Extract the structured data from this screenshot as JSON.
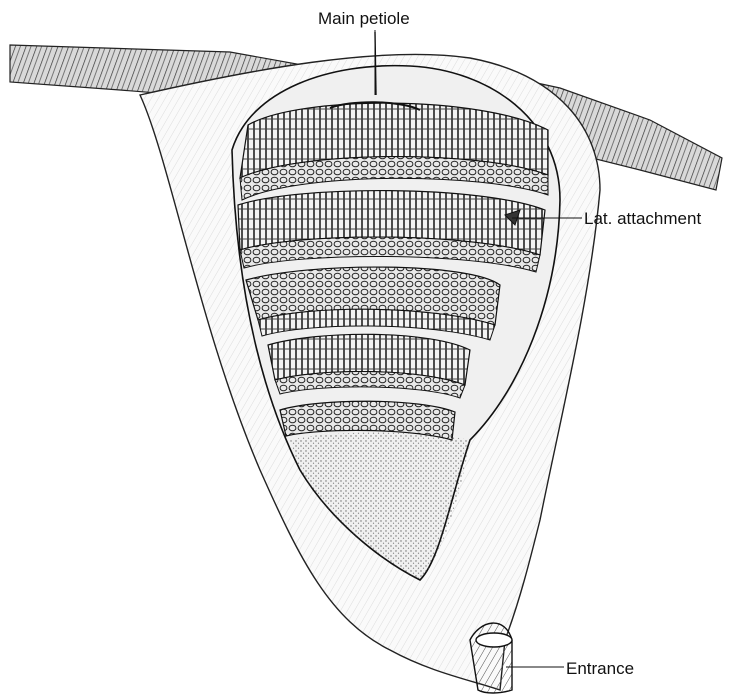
{
  "figure": {
    "labels": {
      "main_petiole": "Main petiole",
      "lateral_attachment": "Lat. attachment",
      "entrance": "Entrance"
    }
  }
}
